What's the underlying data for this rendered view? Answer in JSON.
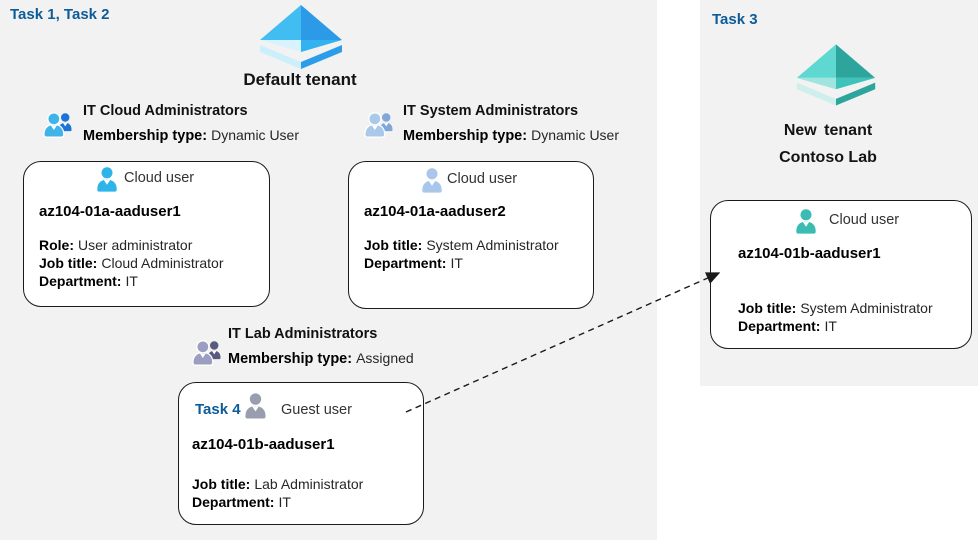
{
  "left_panel": {
    "task_label": "Task 1, Task 2",
    "tenant_title": "Default tenant",
    "group_cloud": {
      "title": "IT Cloud Administrators",
      "membership_label": "Membership type:",
      "membership_value": "Dynamic User"
    },
    "group_system": {
      "title": "IT System Administrators",
      "membership_label": "Membership type:",
      "membership_value": "Dynamic User"
    },
    "group_lab": {
      "title": "IT Lab Administrators",
      "membership_label": "Membership type:",
      "membership_value": "Assigned"
    },
    "card_user1": {
      "type_label": "Cloud user",
      "name": "az104-01a-aaduser1",
      "role_label": "Role:",
      "role_value": "User administrator",
      "job_label": "Job title:",
      "job_value": "Cloud Administrator",
      "dept_label": "Department:",
      "dept_value": "IT"
    },
    "card_user2": {
      "type_label": "Cloud user",
      "name": "az104-01a-aaduser2",
      "job_label": "Job title:",
      "job_value": "System Administrator",
      "dept_label": "Department:",
      "dept_value": "IT"
    },
    "card_guest": {
      "task_label": "Task 4",
      "type_label": "Guest user",
      "name": "az104-01b-aaduser1",
      "job_label": "Job title:",
      "job_value": "Lab Administrator",
      "dept_label": "Department:",
      "dept_value": "IT"
    }
  },
  "right_panel": {
    "task_label": "Task 3",
    "tenant_title_line1": "New tenant",
    "tenant_title_line2": "Contoso Lab",
    "card_user": {
      "type_label": "Cloud user",
      "name": "az104-01b-aaduser1",
      "job_label": "Job title:",
      "job_value": "System Administrator",
      "dept_label": "Department:",
      "dept_value": "IT"
    }
  },
  "colors": {
    "panel_background": "#f2f2f2",
    "card_background": "#ffffff",
    "card_border": "#1a1a1a",
    "task_label_blue": "#0e5c97",
    "azure_ad_blue": "#2d9ce9",
    "azure_ad_teal": "#2fa89f",
    "person_cloud_blue": "#2fb4ea",
    "person_pale_blue": "#a8c7ea",
    "person_teal": "#3bbcb3",
    "person_gray": "#999eae",
    "group_cloud_front": "#3fb4e9",
    "group_cloud_back": "#1c74d6",
    "group_system_front": "#a9c8ea",
    "group_system_back": "#7fa8d8",
    "group_lab_front": "#9b9ec0",
    "group_lab_back": "#585b7d"
  }
}
